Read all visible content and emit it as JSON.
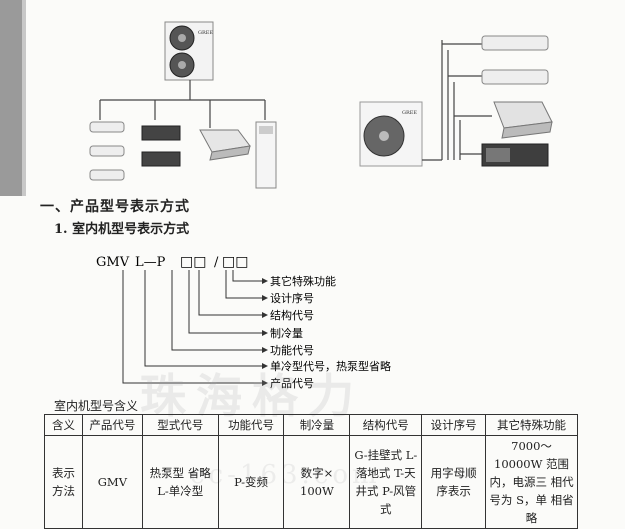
{
  "brand_label": "GREE",
  "section_heading": "一、产品型号表示方式",
  "subsection_heading": "1. 室内机型号表示方式",
  "model_code": {
    "prefix": "GMV",
    "mid": "L—P",
    "boxes_a": "□□",
    "slash": "/",
    "boxes_b": "□□"
  },
  "code_annotations": [
    "其它特殊功能",
    "设计序号",
    "结构代号",
    "制冷量",
    "功能代号",
    "单冷型代号，热泵型省略",
    "产品代号"
  ],
  "table_caption": "室内机型号含义",
  "table": {
    "headers": [
      "含义",
      "产品代号",
      "型式代号",
      "功能代号",
      "制冷量",
      "结构代号",
      "设计序号",
      "其它特殊功能"
    ],
    "row_label": "表示方法",
    "cells": {
      "product": "GMV",
      "type": "热泵型 省略 L-单冷型",
      "function": "P-变频",
      "capacity": "数字× 100W",
      "structure": "G-挂壁式 L-落地式 T-天井式 P-风管式",
      "design": "用字母顺 序表示",
      "special": "7000～10000W 范围内，电源三 相代号为 S，单 相省略"
    }
  },
  "watermark": "珠海格力",
  "watermark_sub": "cc-163.com"
}
